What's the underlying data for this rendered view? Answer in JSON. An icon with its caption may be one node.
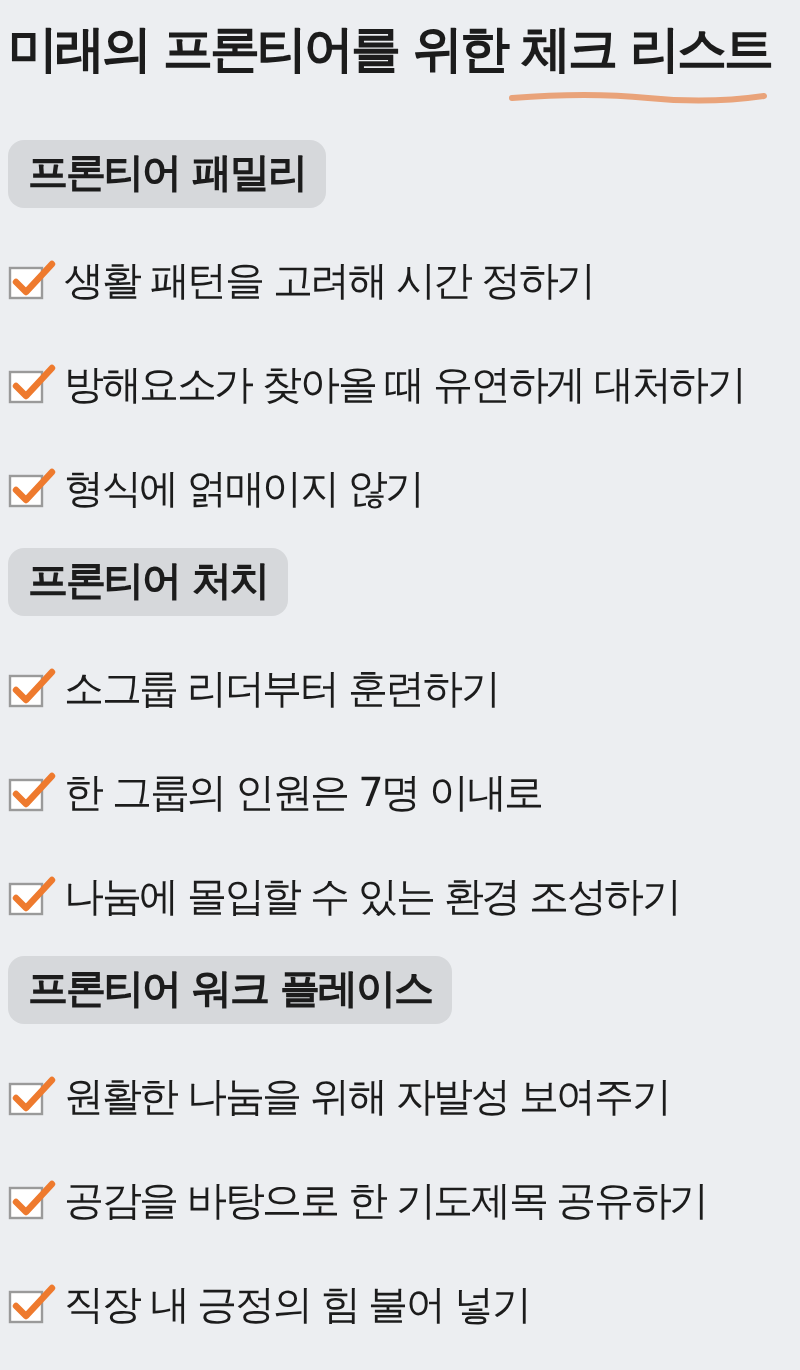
{
  "diagram": {
    "title": "미래의 프론티어를 위한 체크 리스트",
    "nodes": [
      {
        "text": [
          "프론티어 패밀리"
        ]
      },
      {
        "text": [
          "프론티어 처치"
        ]
      },
      {
        "text": [
          "프론티어 워크 플레이스"
        ]
      }
    ],
    "labels": [
      "생활 패턴을 고려해 시간 정하기",
      "방해요소가 찾아올 때 유연하게 대처하기",
      "형식에 얽매이지 않기",
      "소그룹 리더부터 훈련하기",
      "한 그룹의 인원은 7명 이내로",
      "나눔에 몰입할 수 있는 환경 조성하기",
      "원활한 나눔을 위해 자발성 보여주기",
      "공감을 바탕으로 한 기도제목 공유하기",
      "직장 내 긍정의 힘 불어 넣기"
    ]
  }
}
